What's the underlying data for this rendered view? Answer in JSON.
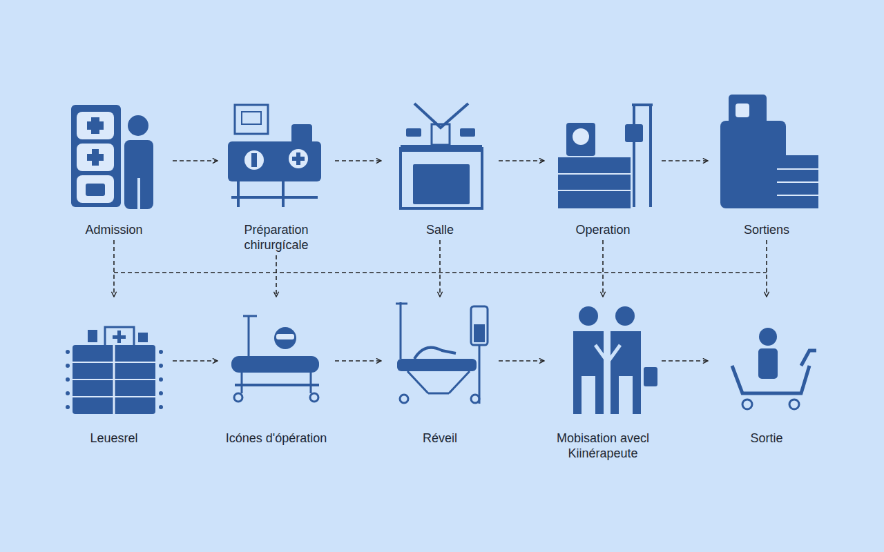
{
  "diagram": {
    "nodes": [
      {
        "text": [
          "Admission"
        ]
      },
      {
        "text": [
          "Préparation chirurgícale"
        ]
      },
      {
        "text": [
          "Salle"
        ]
      },
      {
        "text": [
          "Operation"
        ]
      },
      {
        "text": [
          "Sortiens"
        ]
      },
      {
        "text": [
          "Leuesrel"
        ]
      },
      {
        "text": [
          "Icónes d'ópération"
        ]
      },
      {
        "text": [
          "Réveil"
        ]
      },
      {
        "text": [
          "Mobisation avecl Kiinérapeute"
        ]
      },
      {
        "text": [
          "Sortie"
        ]
      }
    ],
    "edges": [
      {
        "from": 0,
        "to": 1,
        "arrow": "to"
      },
      {
        "from": 1,
        "to": 2,
        "arrow": "to"
      },
      {
        "from": 2,
        "to": 3,
        "arrow": "to"
      },
      {
        "from": 3,
        "to": 4,
        "arrow": "to"
      },
      {
        "from": 0,
        "to": 5,
        "arrow": "to"
      },
      {
        "from": 1,
        "to": 6,
        "arrow": "to"
      },
      {
        "from": 2,
        "to": 7,
        "arrow": "to"
      },
      {
        "from": 3,
        "to": 8,
        "arrow": "to"
      },
      {
        "from": 4,
        "to": 9,
        "arrow": "to"
      },
      {
        "from": 5,
        "to": 6,
        "arrow": "to"
      },
      {
        "from": 6,
        "to": 7,
        "arrow": "to"
      },
      {
        "from": 7,
        "to": 8,
        "arrow": "to"
      },
      {
        "from": 8,
        "to": 9,
        "arrow": "to"
      }
    ]
  }
}
